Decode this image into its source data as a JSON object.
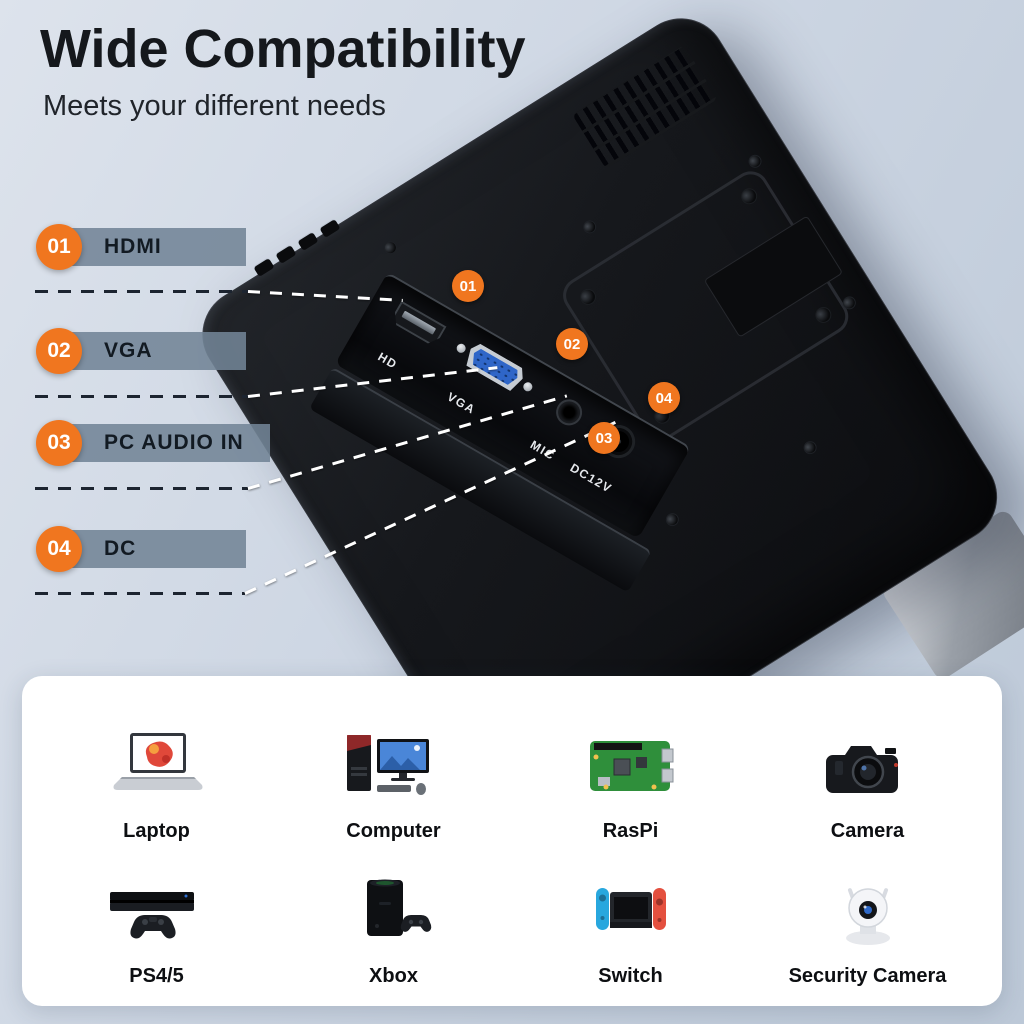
{
  "header": {
    "title": "Wide Compatibility",
    "subtitle": "Meets your different needs"
  },
  "callouts": [
    {
      "number": "01",
      "label": "HDMI"
    },
    {
      "number": "02",
      "label": "VGA"
    },
    {
      "number": "03",
      "label": "PC AUDIO IN"
    },
    {
      "number": "04",
      "label": "DC"
    }
  ],
  "ports": [
    {
      "badge": "01",
      "label": "HD"
    },
    {
      "badge": "02",
      "label": "VGA"
    },
    {
      "badge": "03",
      "label": "MIC"
    },
    {
      "badge": "04",
      "label": "DC12V"
    }
  ],
  "devices": [
    {
      "label": "Laptop",
      "icon": "laptop-icon"
    },
    {
      "label": "Computer",
      "icon": "desktop-computer-icon"
    },
    {
      "label": "RasPi",
      "icon": "raspberry-pi-icon"
    },
    {
      "label": "Camera",
      "icon": "camera-icon"
    },
    {
      "label": "PS4/5",
      "icon": "playstation-icon"
    },
    {
      "label": "Xbox",
      "icon": "xbox-icon"
    },
    {
      "label": "Switch",
      "icon": "nintendo-switch-icon"
    },
    {
      "label": "Security Camera",
      "icon": "security-camera-icon"
    }
  ],
  "colors": {
    "accent_orange": "#f0761f",
    "callout_bar": "#7b8ea1",
    "background": "#cdd6e3",
    "panel": "#ffffff",
    "vga_blue": "#2f66c8",
    "monitor_black": "#14161a"
  }
}
